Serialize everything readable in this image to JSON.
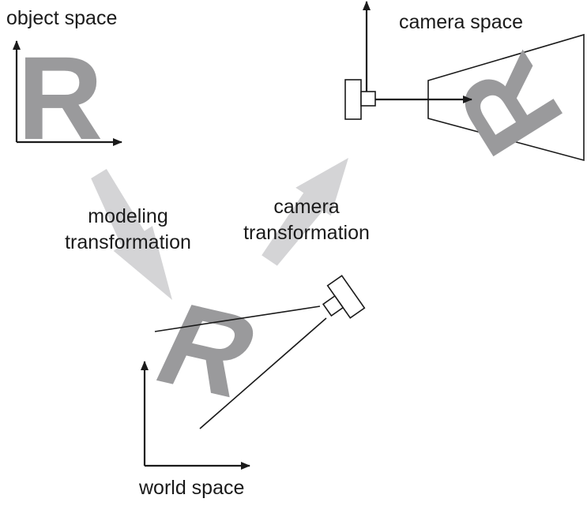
{
  "labels": {
    "object_space": "object space",
    "camera_space": "camera space",
    "world_space": "world space",
    "modeling_line1": "modeling",
    "modeling_line2": "transformation",
    "camera_line1": "camera",
    "camera_line2": "transformation"
  },
  "glyphs": {
    "object_r": "R",
    "camera_r": "R",
    "world_r": "R"
  },
  "colors": {
    "ink": "#1a1a1a",
    "glyph_gray": "#9a9a9c",
    "arrow_gray": "#d4d4d6"
  }
}
